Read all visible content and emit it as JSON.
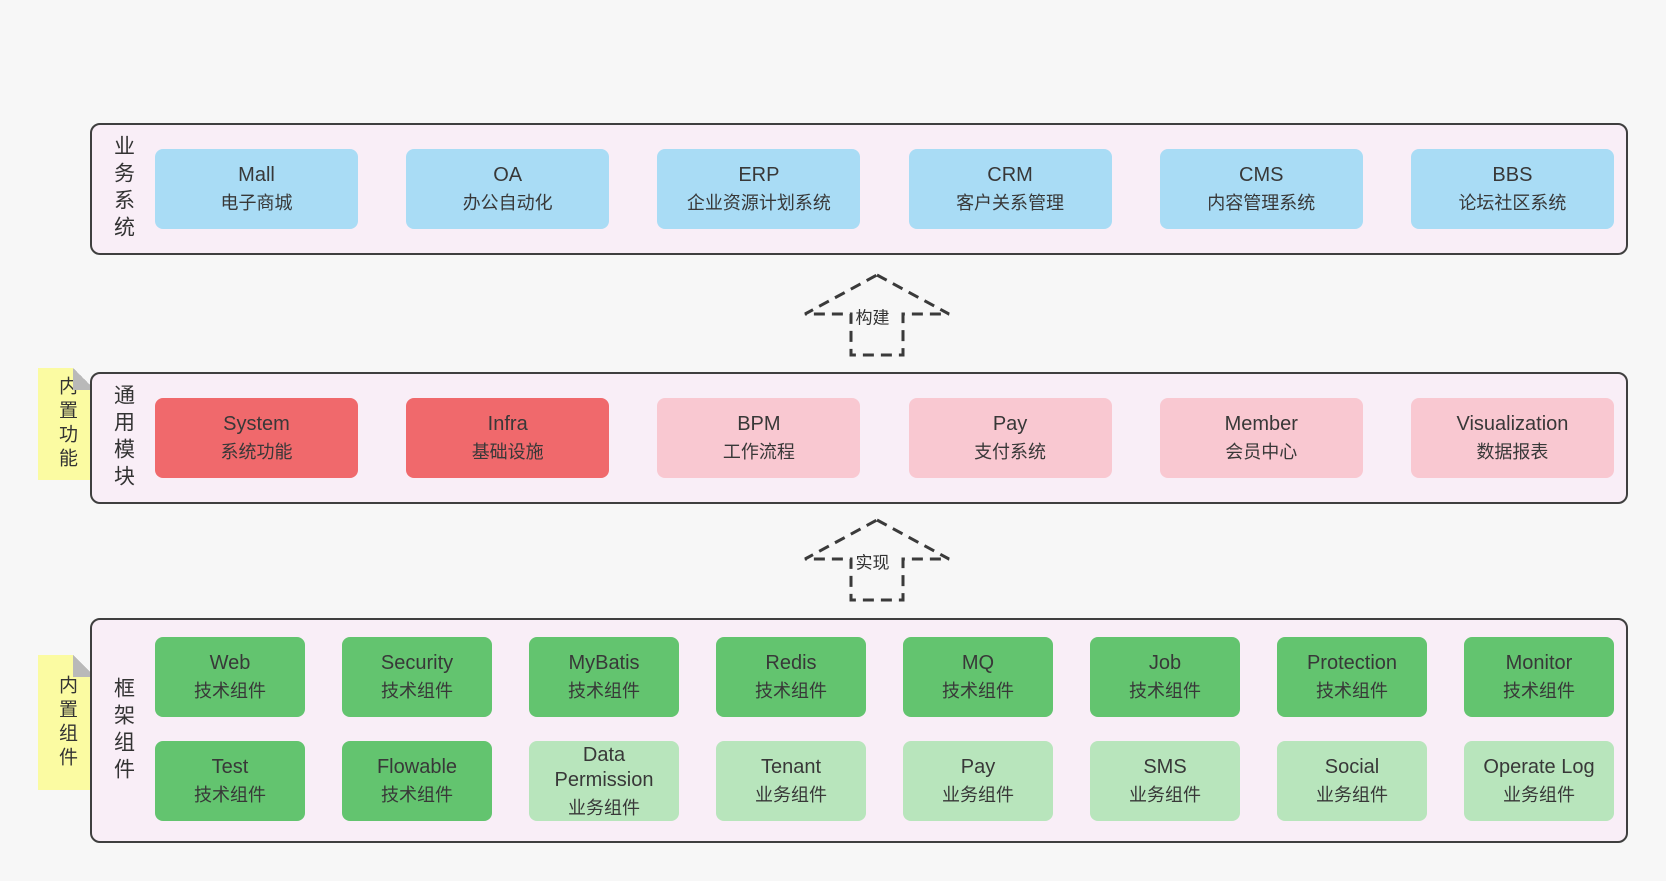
{
  "colors": {
    "page_bg": "#f7f7f7",
    "panel_bg": "#f9eef7",
    "panel_border": "#3f3f3f",
    "blue_box": "#a9dcf5",
    "red_box": "#f0696c",
    "pink_box": "#f9c8d1",
    "green_box": "#63c46f",
    "green_light_box": "#b8e5bc",
    "sticky_yellow": "#fbfba2",
    "fold_gray": "#b9b9b9",
    "text": "#3a3a3a"
  },
  "arrows": {
    "build": "构建",
    "implement": "实现"
  },
  "sections": {
    "business": {
      "label": "业务系统",
      "boxes": [
        {
          "name": "Mall",
          "sub": "电子商城",
          "variant": "blue"
        },
        {
          "name": "OA",
          "sub": "办公自动化",
          "variant": "blue"
        },
        {
          "name": "ERP",
          "sub": "企业资源计划系统",
          "variant": "blue"
        },
        {
          "name": "CRM",
          "sub": "客户关系管理",
          "variant": "blue"
        },
        {
          "name": "CMS",
          "sub": "内容管理系统",
          "variant": "blue"
        },
        {
          "name": "BBS",
          "sub": "论坛社区系统",
          "variant": "blue"
        }
      ]
    },
    "modules": {
      "label": "通用模块",
      "sticky": "内置功能",
      "boxes": [
        {
          "name": "System",
          "sub": "系统功能",
          "variant": "red"
        },
        {
          "name": "Infra",
          "sub": "基础设施",
          "variant": "red"
        },
        {
          "name": "BPM",
          "sub": "工作流程",
          "variant": "pink"
        },
        {
          "name": "Pay",
          "sub": "支付系统",
          "variant": "pink"
        },
        {
          "name": "Member",
          "sub": "会员中心",
          "variant": "pink"
        },
        {
          "name": "Visualization",
          "sub": "数据报表",
          "variant": "pink"
        }
      ]
    },
    "components": {
      "label": "框架组件",
      "sticky": "内置组件",
      "row1": [
        {
          "name": "Web",
          "sub": "技术组件",
          "variant": "green"
        },
        {
          "name": "Security",
          "sub": "技术组件",
          "variant": "green"
        },
        {
          "name": "MyBatis",
          "sub": "技术组件",
          "variant": "green"
        },
        {
          "name": "Redis",
          "sub": "技术组件",
          "variant": "green"
        },
        {
          "name": "MQ",
          "sub": "技术组件",
          "variant": "green"
        },
        {
          "name": "Job",
          "sub": "技术组件",
          "variant": "green"
        },
        {
          "name": "Protection",
          "sub": "技术组件",
          "variant": "green"
        },
        {
          "name": "Monitor",
          "sub": "技术组件",
          "variant": "green"
        }
      ],
      "row2": [
        {
          "name": "Test",
          "sub": "技术组件",
          "variant": "green"
        },
        {
          "name": "Flowable",
          "sub": "技术组件",
          "variant": "green"
        },
        {
          "name": "Data Permission",
          "sub": "业务组件",
          "variant": "green-light"
        },
        {
          "name": "Tenant",
          "sub": "业务组件",
          "variant": "green-light"
        },
        {
          "name": "Pay",
          "sub": "业务组件",
          "variant": "green-light"
        },
        {
          "name": "SMS",
          "sub": "业务组件",
          "variant": "green-light"
        },
        {
          "name": "Social",
          "sub": "业务组件",
          "variant": "green-light"
        },
        {
          "name": "Operate Log",
          "sub": "业务组件",
          "variant": "green-light"
        }
      ]
    }
  }
}
